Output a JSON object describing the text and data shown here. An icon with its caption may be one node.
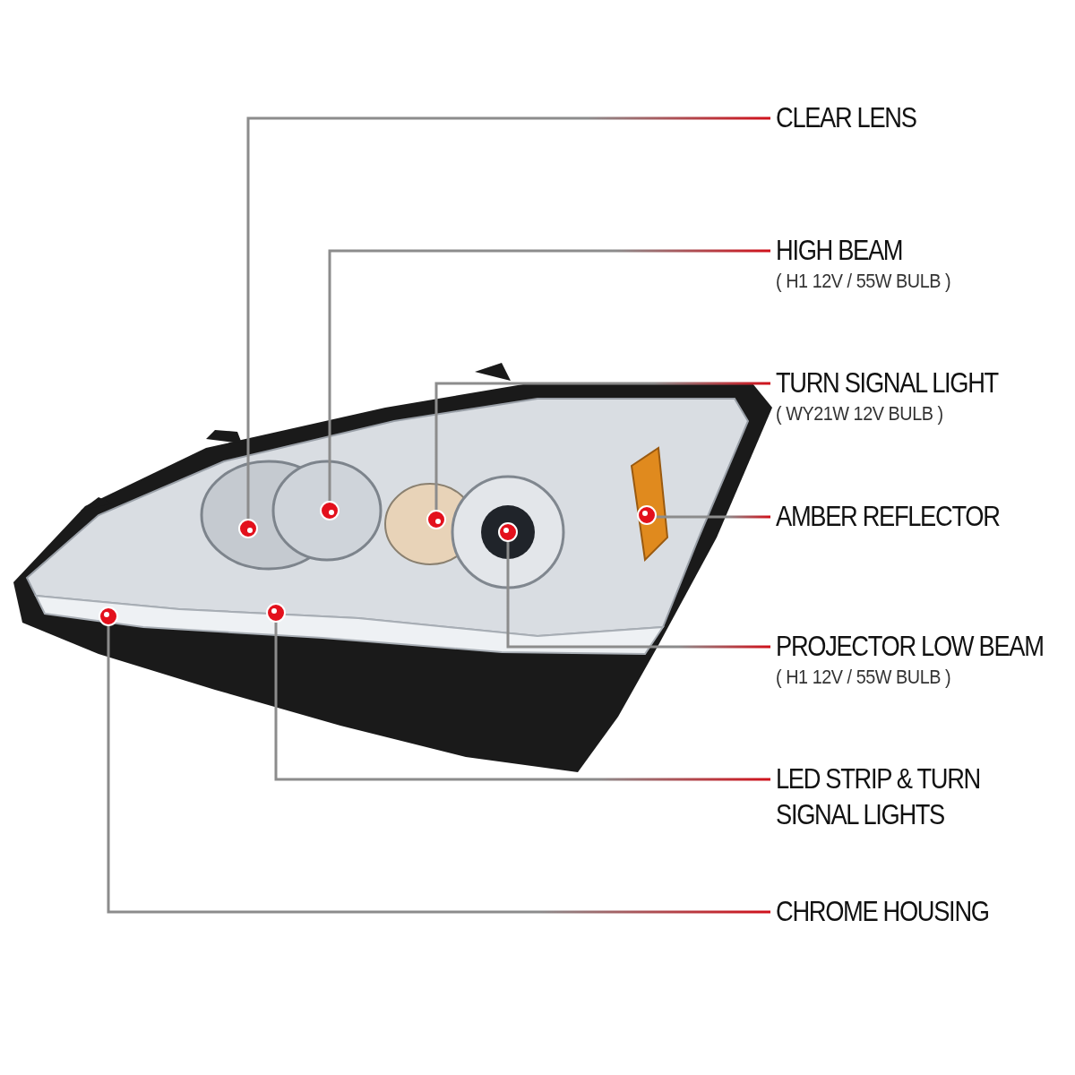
{
  "diagram": {
    "nodes": [
      {
        "text": [
          "CLEAR LENS"
        ]
      },
      {
        "text": [
          "HIGH BEAM",
          "( H1 12V / 55W BULB )"
        ]
      },
      {
        "text": [
          "TURN SIGNAL LIGHT",
          "( WY21W 12V BULB )"
        ]
      },
      {
        "text": [
          "AMBER REFLECTOR"
        ]
      },
      {
        "text": [
          "PROJECTOR LOW BEAM",
          "( H1 12V / 55W BULB )"
        ]
      },
      {
        "text": [
          "LED STRIP & TURN SIGNAL LIGHTS"
        ]
      },
      {
        "text": [
          "CHROME HOUSING"
        ]
      }
    ],
    "edges": [
      {
        "from": 0,
        "to": null,
        "arrow": "other"
      },
      {
        "from": 1,
        "to": null,
        "arrow": "other"
      },
      {
        "from": 2,
        "to": null,
        "arrow": "other"
      },
      {
        "from": 3,
        "to": null,
        "arrow": "other"
      },
      {
        "from": 4,
        "to": null,
        "arrow": "other"
      },
      {
        "from": 5,
        "to": null,
        "arrow": "other"
      },
      {
        "from": 6,
        "to": null,
        "arrow": "other"
      }
    ]
  }
}
